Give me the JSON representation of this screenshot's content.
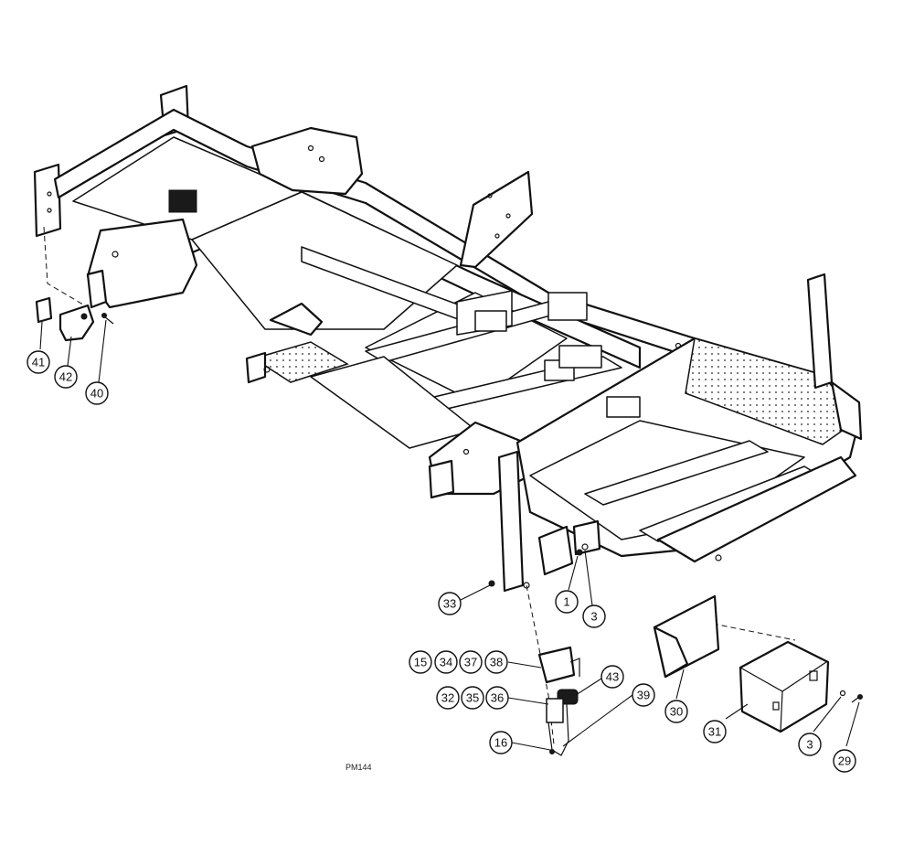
{
  "drawing_id": "PM144",
  "callouts": [
    {
      "label": "41"
    },
    {
      "label": "42"
    },
    {
      "label": "40"
    },
    {
      "label": "33"
    },
    {
      "label": "1"
    },
    {
      "label": "3"
    },
    {
      "label": "15"
    },
    {
      "label": "34"
    },
    {
      "label": "37"
    },
    {
      "label": "38"
    },
    {
      "label": "32"
    },
    {
      "label": "35"
    },
    {
      "label": "36"
    },
    {
      "label": "43"
    },
    {
      "label": "39"
    },
    {
      "label": "16"
    },
    {
      "label": "30"
    },
    {
      "label": "31"
    },
    {
      "label": "3"
    },
    {
      "label": "29"
    }
  ]
}
